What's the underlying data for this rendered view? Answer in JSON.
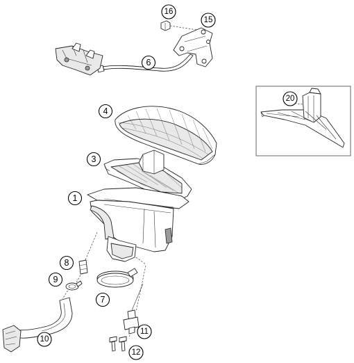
{
  "callouts": {
    "c1": "1",
    "c3": "3",
    "c4": "4",
    "c6": "6",
    "c7": "7",
    "c8": "8",
    "c9": "9",
    "c10": "10",
    "c11": "11",
    "c12": "12",
    "c15": "15",
    "c16": "16",
    "c20": "20"
  }
}
